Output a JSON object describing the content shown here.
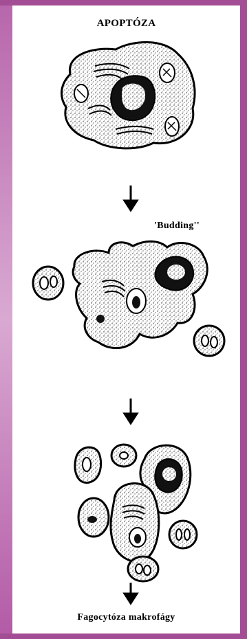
{
  "diagram": {
    "title": "APOPTÓZA",
    "budding_label": "'Budding''",
    "caption": "Fagocytóza makrofágy",
    "colors": {
      "frame": "#a24d94",
      "frame_light": "#d9a9d2",
      "panel": "#ffffff",
      "ink": "#000000"
    }
  }
}
